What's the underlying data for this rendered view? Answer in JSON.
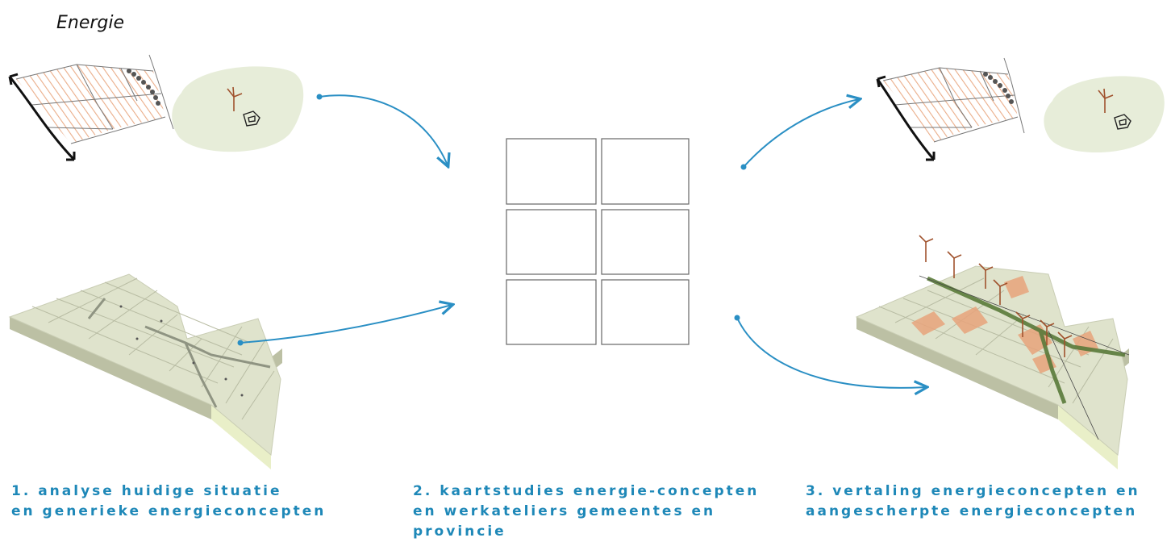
{
  "title": "Energie",
  "steps": [
    {
      "line1": "1. analyse huidige situatie",
      "line2": "en generieke energieconcepten",
      "line3": ""
    },
    {
      "line1": "2. kaartstudies energie-concepten",
      "line2": "en werkateliers gemeentes en",
      "line3": "provincie"
    },
    {
      "line1": "3. vertaling energieconcepten en",
      "line2": "aangescherpte energieconcepten",
      "line3": ""
    }
  ],
  "colors": {
    "caption": "#1e88b8",
    "arrow": "#2a8fc4",
    "hatch": "#e8a47c",
    "blob": "#e7edd9",
    "map": "#dfe3cc",
    "green": "#5a7a3a"
  },
  "grid": {
    "rows": 3,
    "cols": 2
  }
}
